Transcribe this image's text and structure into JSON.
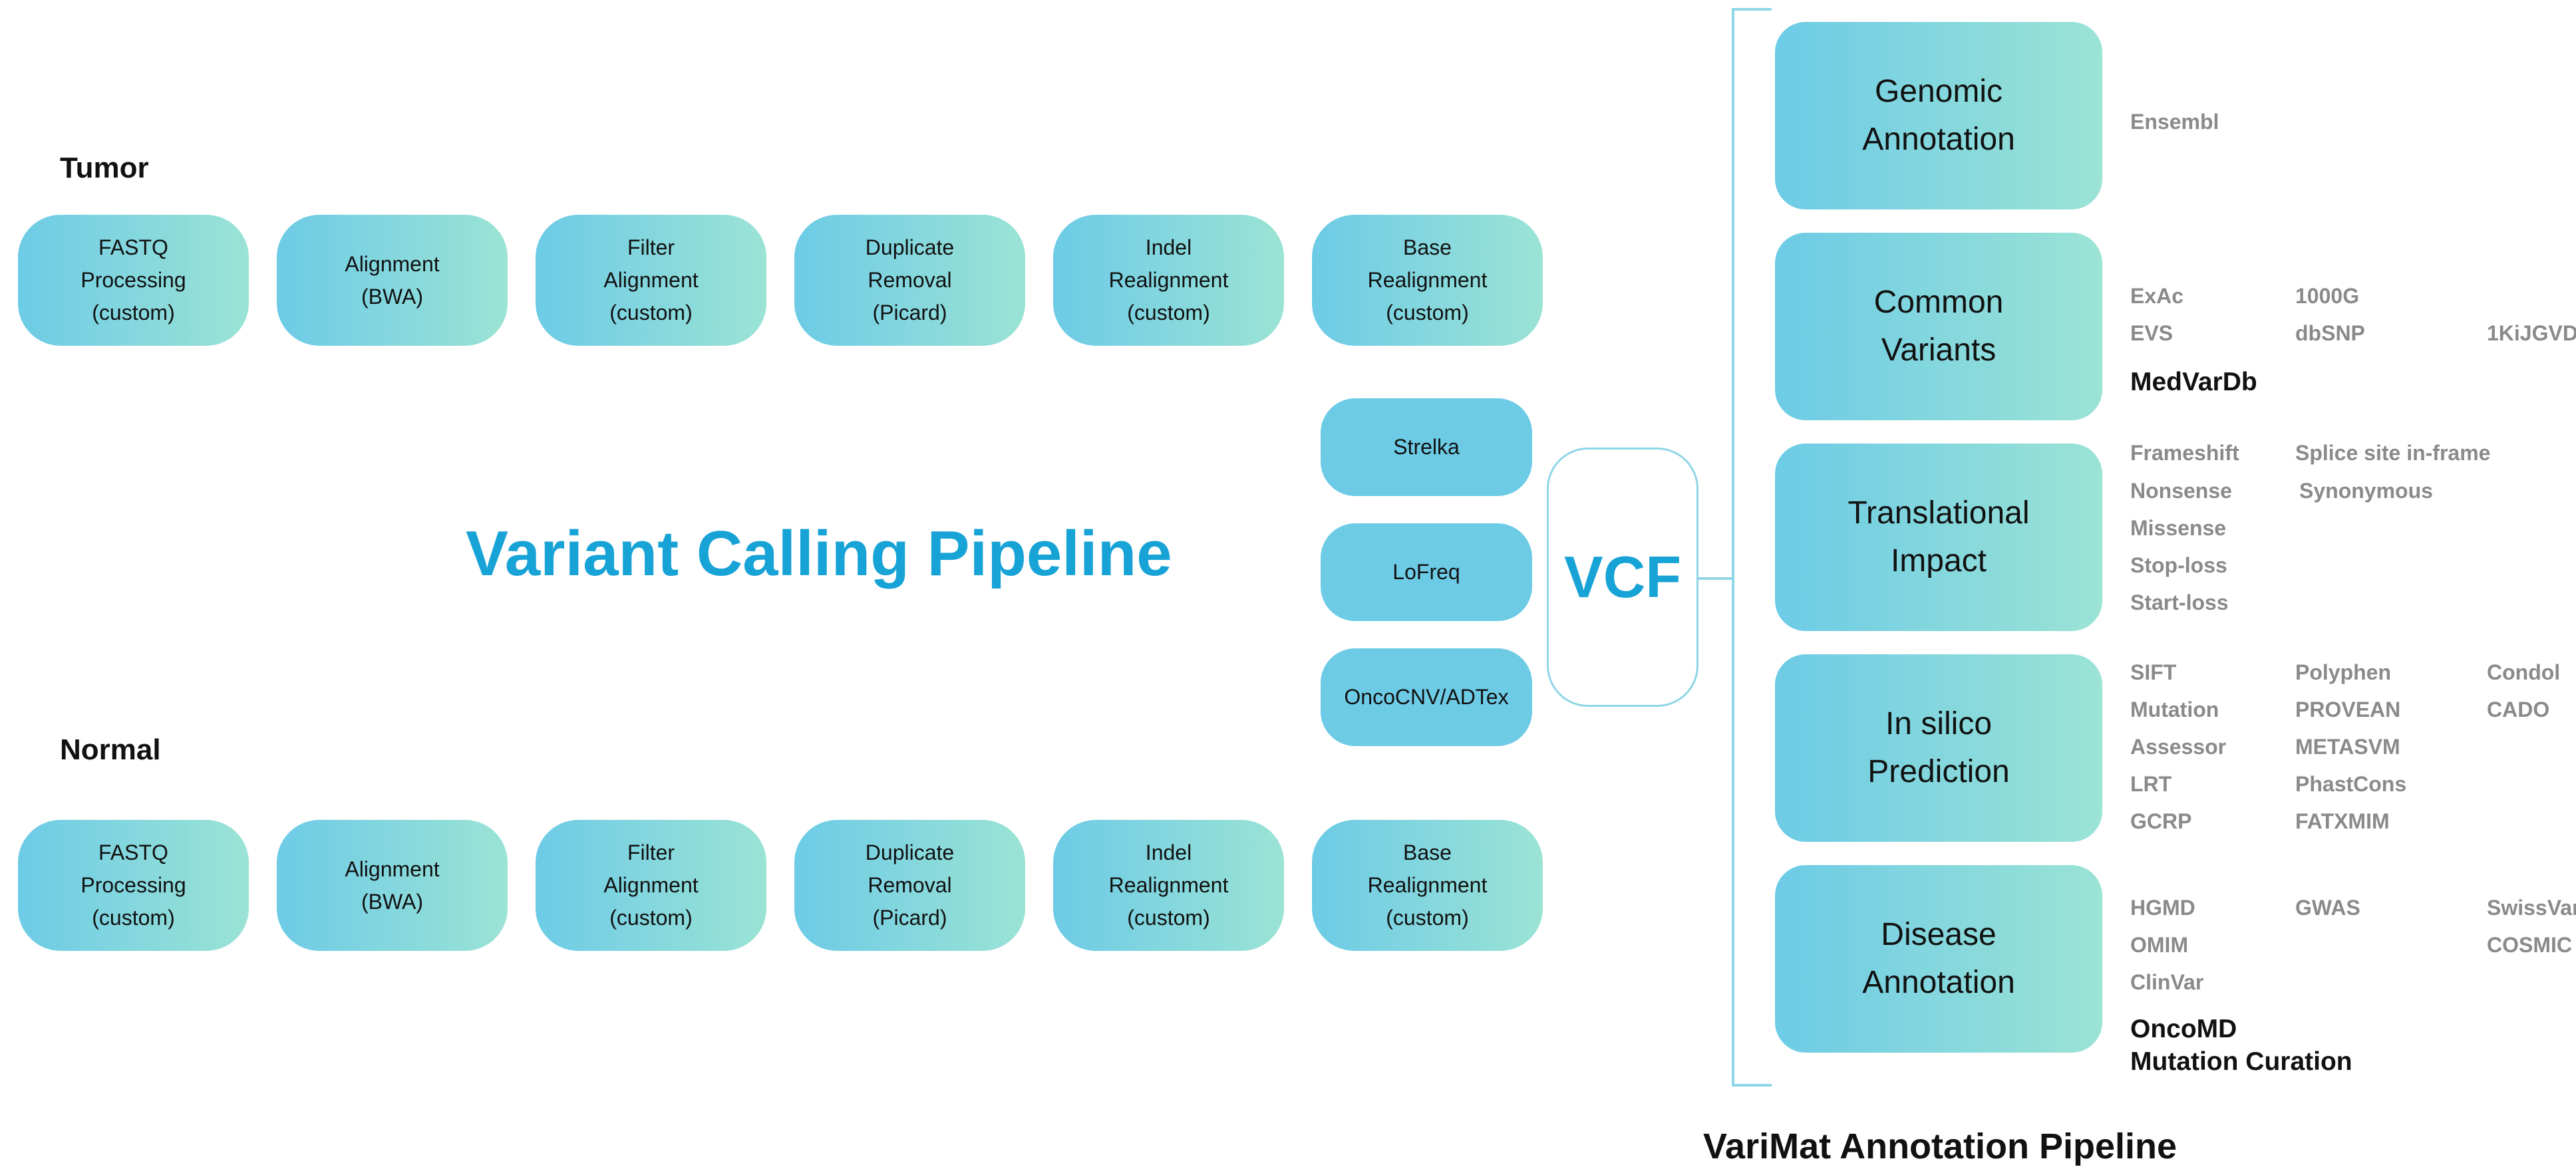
{
  "left": {
    "title": "Variant Calling Pipeline",
    "tumor_label": "Tumor",
    "normal_label": "Normal",
    "steps": [
      "FASTQ\nProcessing\n(custom)",
      "Alignment\n(BWA)",
      "Filter\nAlignment\n(custom)",
      "Duplicate\nRemoval\n(Picard)",
      "Indel\nRealignment\n(custom)",
      "Base\nRealignment\n(custom)"
    ],
    "callers": [
      "Strelka",
      "LoFreq",
      "OncoCNV/ADTex"
    ]
  },
  "vcf": "VCF",
  "right": {
    "title": "VariMat Annotation Pipeline",
    "categories": [
      {
        "label": "Genomic\nAnnotation",
        "sources": [
          "Ensembl"
        ]
      },
      {
        "label": "Common\nVariants",
        "sources": [
          "ExAc",
          "1000G",
          "EVS",
          "dbSNP",
          "1KiJGVD"
        ],
        "database": "MedVarDb"
      },
      {
        "label": "Translational\nImpact",
        "sources": [
          "Frameshift",
          "Splice site in-frame",
          "Nonsense",
          "Synonymous",
          "Missense",
          "Stop-loss",
          "Start-loss"
        ]
      },
      {
        "label": "In silico\nPrediction",
        "sources": [
          "SIFT",
          "Polyphen",
          "Condol",
          "Mutation",
          "PROVEAN",
          "CADO",
          "Assessor",
          "METASVM",
          "LRT",
          "PhastCons",
          "GCRP",
          "FATXMIM"
        ]
      },
      {
        "label": "Disease\nAnnotation",
        "sources": [
          "HGMD",
          "GWAS",
          "SwissVar",
          "OMIM",
          "COSMIC",
          "ClinVar"
        ],
        "database": "OncoMD\nMutation Curation"
      }
    ]
  },
  "colors": {
    "title_blue": "#18a3d6",
    "box_start": "#6dcbe6",
    "box_end": "#9be3d5",
    "source_gray": "#8a8a8a",
    "bracket": "#8fd6e6"
  }
}
